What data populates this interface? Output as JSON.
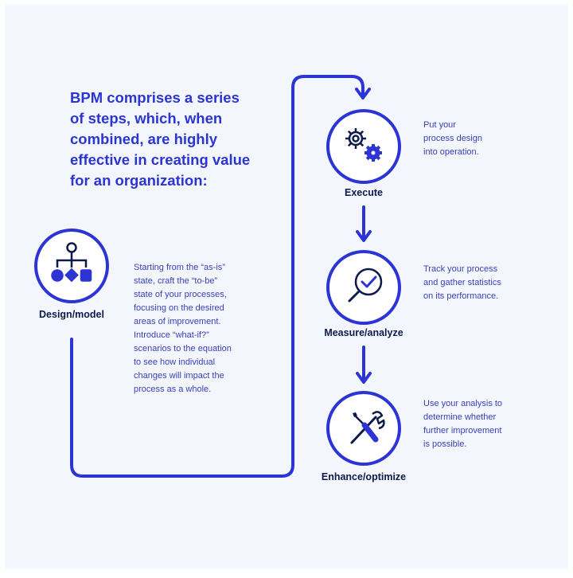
{
  "headline": {
    "lines": [
      "BPM comprises a series",
      "of steps, which, when",
      "combined, are highly",
      "effective in creating value",
      "for an organization:"
    ]
  },
  "steps": [
    {
      "label": "Design/model",
      "icon": "flowchart-icon",
      "description": [
        "Starting from the “as-is”",
        "state, craft the “to-be”",
        "state of your processes,",
        "focusing on the desired",
        "areas of improvement.",
        "Introduce “what-if?”",
        "scenarios to the equation",
        "to see how individual",
        "changes will impact the",
        "process as a whole."
      ]
    },
    {
      "label": "Execute",
      "icon": "gears-icon",
      "description": [
        "Put your",
        "process design",
        "into operation."
      ]
    },
    {
      "label": "Measure/analyze",
      "icon": "magnifier-check-icon",
      "description": [
        "Track your process",
        "and gather statistics",
        "on its performance."
      ]
    },
    {
      "label": "Enhance/optimize",
      "icon": "tools-icon",
      "description": [
        "Use your analysis to",
        "determine whether",
        "further improvement",
        "is possible."
      ]
    }
  ],
  "colors": {
    "accent": "#2c35d4",
    "background": "#f3f6fd",
    "label_text": "#0d1b4b",
    "icon_stroke": "#0d1b4b"
  }
}
